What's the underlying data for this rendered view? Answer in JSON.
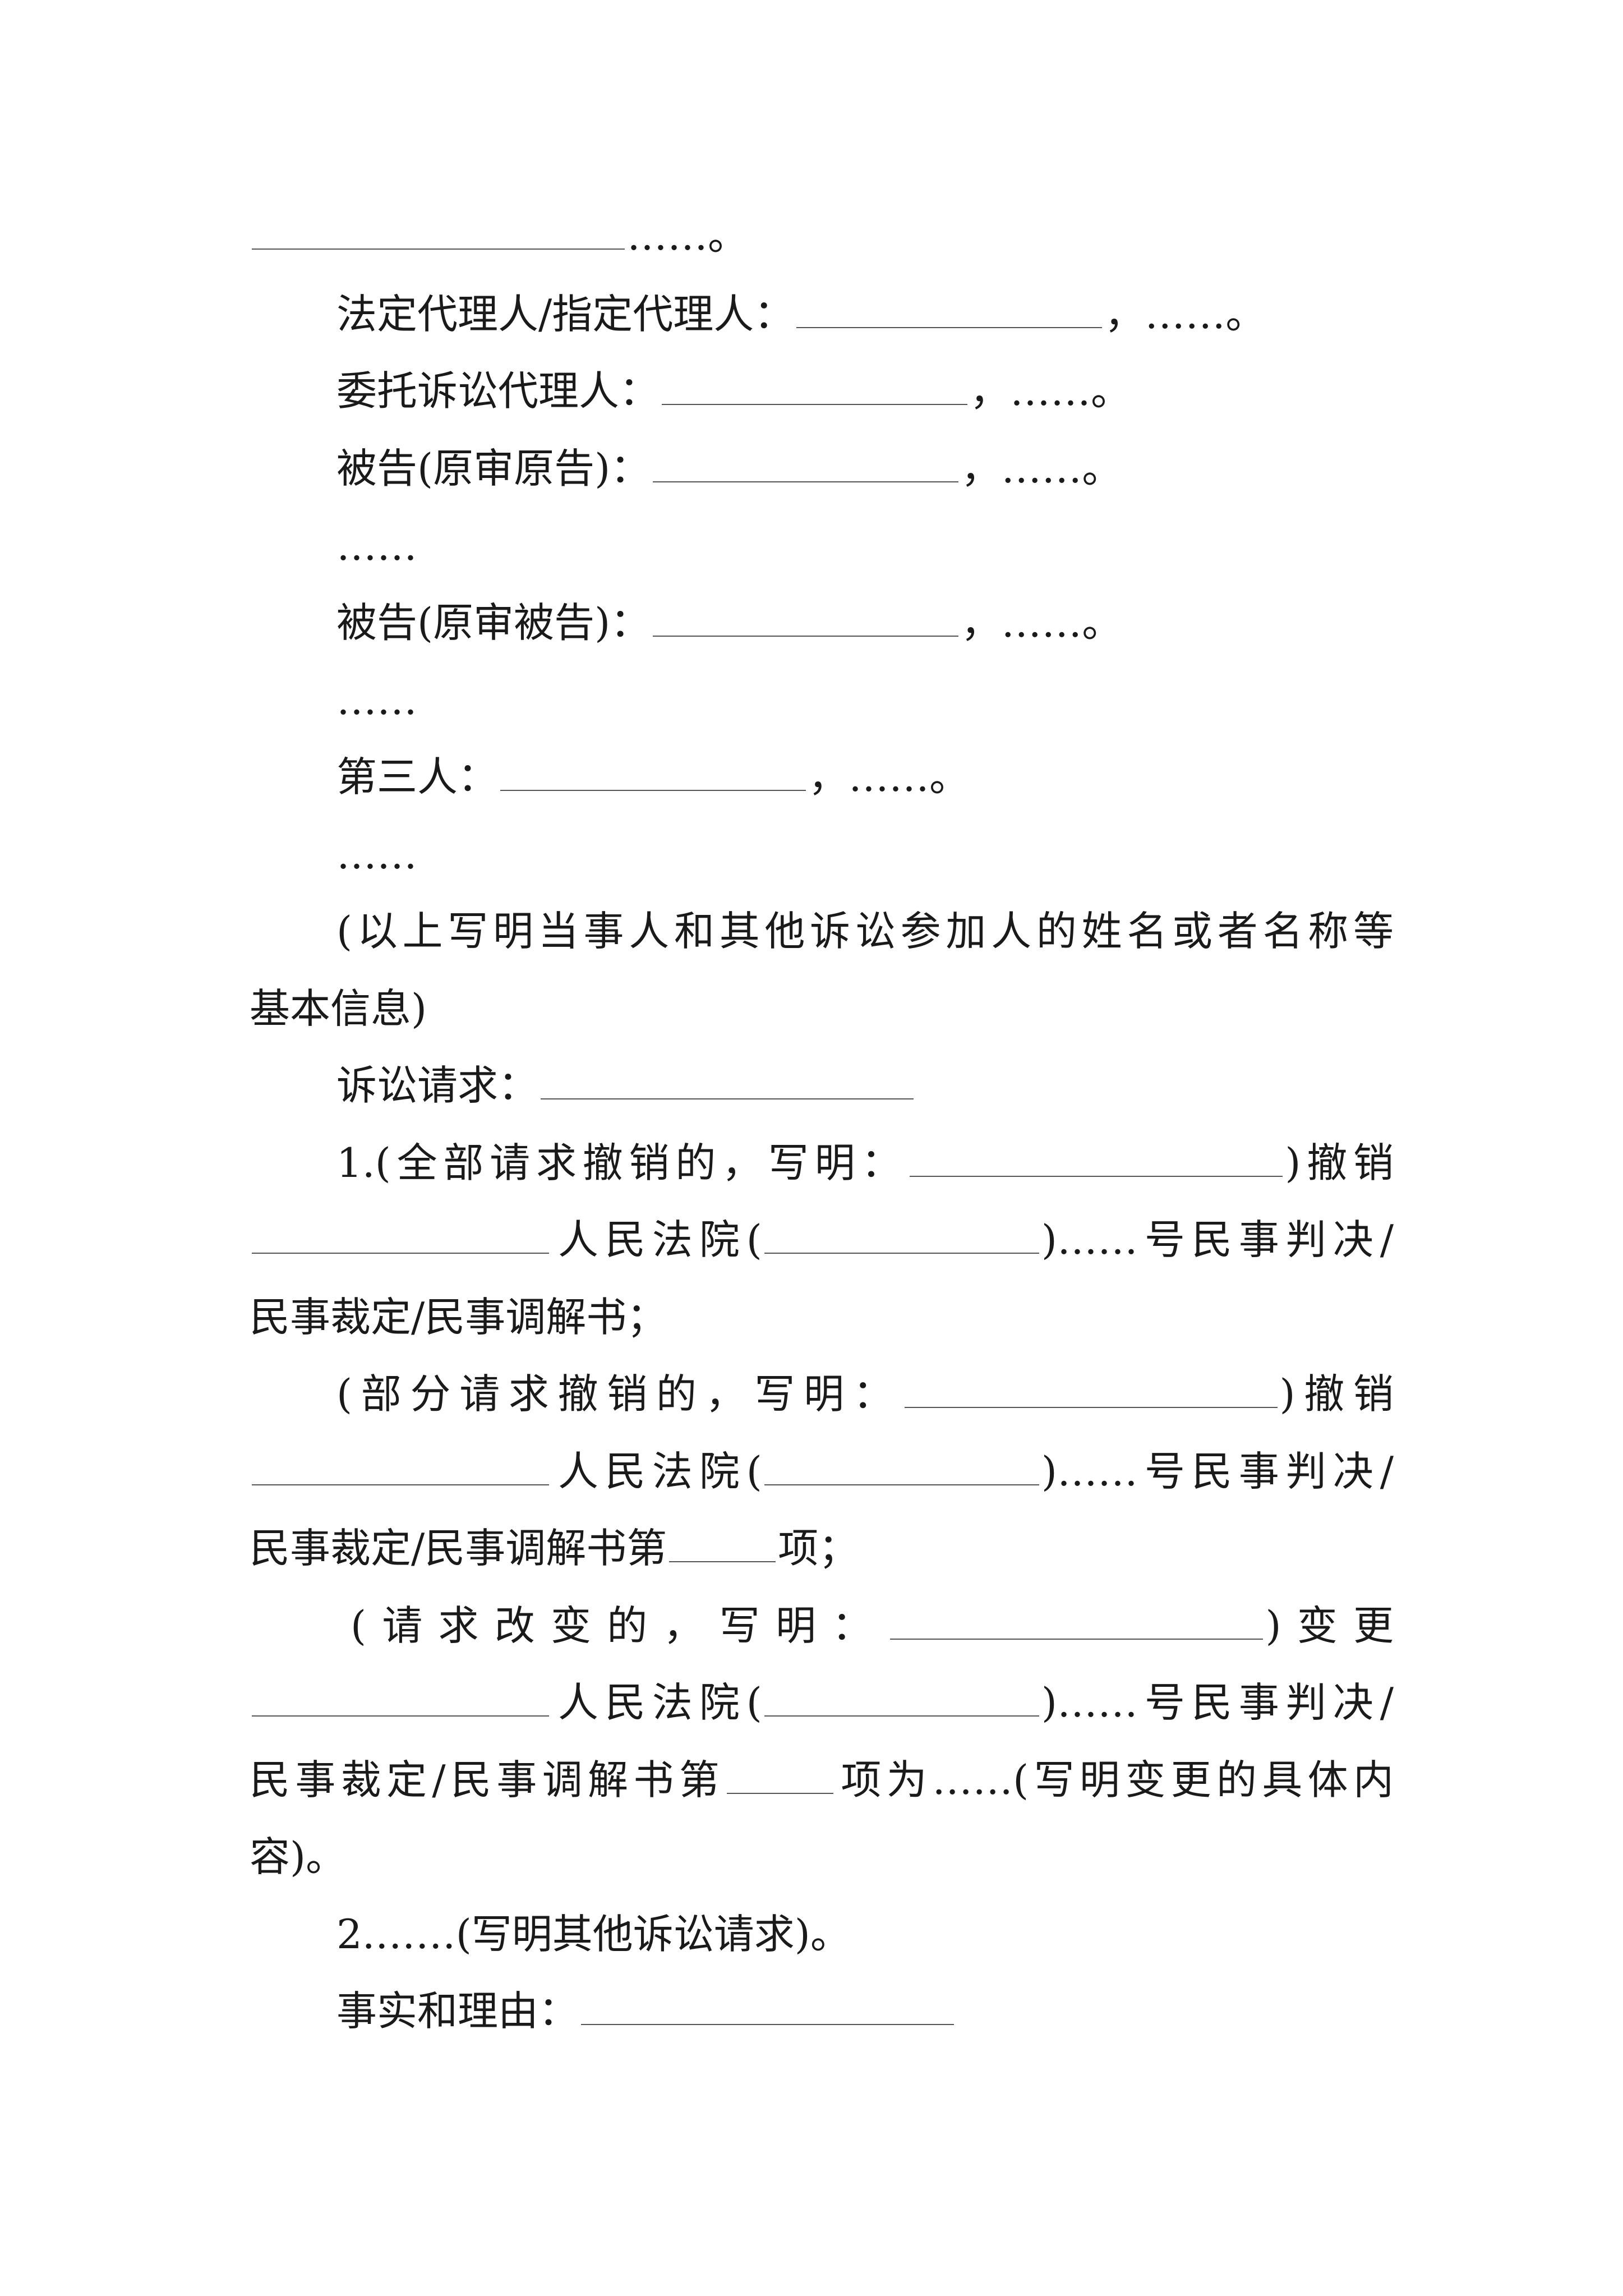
{
  "document": {
    "lines": [
      {
        "name": "line-01",
        "a": "",
        "b": "……。",
        "c": ""
      },
      {
        "name": "line-02",
        "a": "法定代理人/指定代理人：",
        "b": "，……。"
      },
      {
        "name": "line-03",
        "a": "委托诉讼代理人：",
        "b": "，……。"
      },
      {
        "name": "line-04",
        "a": "被告(原审原告)：",
        "b": "，……。"
      },
      {
        "name": "line-05",
        "a": "……"
      },
      {
        "name": "line-06",
        "a": "被告(原审被告)：",
        "b": "，……。"
      },
      {
        "name": "line-07",
        "a": "……"
      },
      {
        "name": "line-08",
        "a": "第三人：",
        "b": "，……。"
      },
      {
        "name": "line-09",
        "a": "……"
      },
      {
        "name": "line-10",
        "a": "(以上写明当事人和其他诉讼参加人的姓名或者名称等"
      },
      {
        "name": "line-11",
        "a": "基本信息)"
      },
      {
        "name": "line-12",
        "a": "诉讼请求："
      },
      {
        "name": "line-13",
        "a": "1.(全部请求撤销的，写明：",
        "b": ")撤销"
      },
      {
        "name": "line-14",
        "a": "人民法院(",
        "b": ")……号民事判决/"
      },
      {
        "name": "line-15",
        "a": "民事裁定/民事调解书；"
      },
      {
        "name": "line-16",
        "a": "(部分请求撤销的，写明：",
        "b": ")撤销"
      },
      {
        "name": "line-17",
        "a": "人民法院(",
        "b": ")……号民事判决/"
      },
      {
        "name": "line-18",
        "a": "民事裁定/民事调解书第",
        "b": "项；"
      },
      {
        "name": "line-19",
        "a": "(请求改变的，写明：",
        "b": ")变更"
      },
      {
        "name": "line-20",
        "a": "人民法院(",
        "b": ")……号民事判决/"
      },
      {
        "name": "line-21",
        "a": "民事裁定/民事调解书第",
        "b": "项为……(写明变更的具体内"
      },
      {
        "name": "line-22",
        "a": "容)。"
      },
      {
        "name": "line-23",
        "a": "2.……(写明其他诉讼请求)。"
      },
      {
        "name": "line-24",
        "a": "事实和理由："
      }
    ]
  }
}
